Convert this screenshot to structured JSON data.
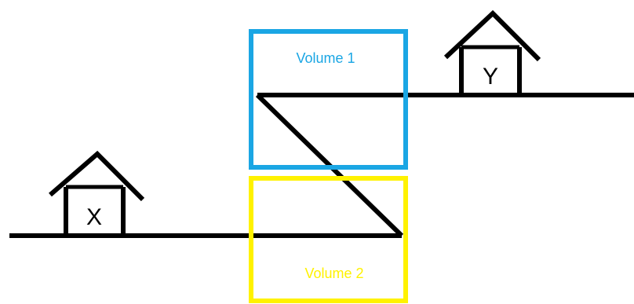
{
  "boxes": {
    "volume_1": {
      "label": "Volume 1",
      "color": "#1aa6e4"
    },
    "volume_2": {
      "label": "Volume 2",
      "color": "#fff200"
    }
  },
  "houses": {
    "x": {
      "label": "X"
    },
    "y": {
      "label": "Y"
    }
  },
  "colors": {
    "line": "#000000",
    "background": "#ffffff"
  }
}
